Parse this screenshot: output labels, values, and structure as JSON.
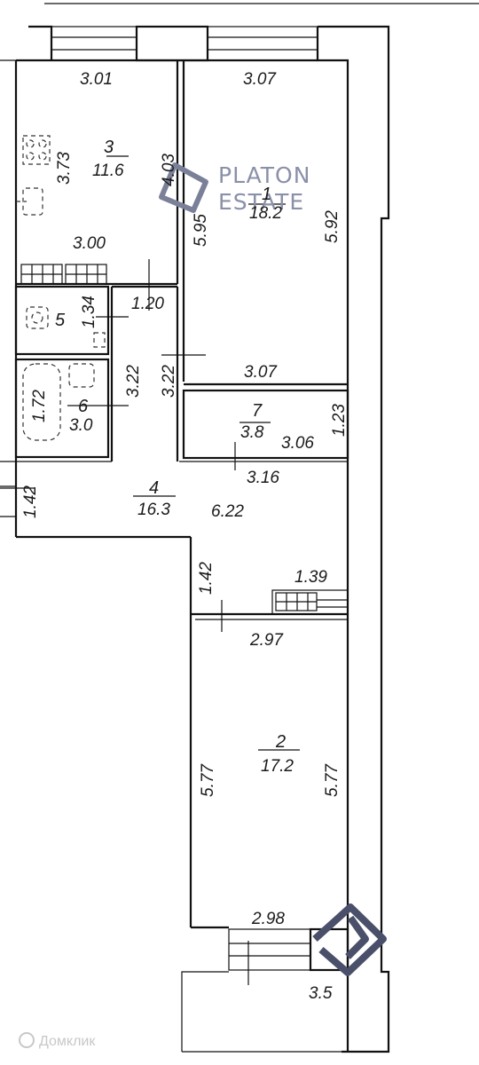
{
  "watermark": {
    "line1": "PLATON",
    "line2": "ESTATE"
  },
  "footer": {
    "brand": "Домклик"
  },
  "rooms": [
    {
      "id": "room-3",
      "number": "3",
      "area": "11.6"
    },
    {
      "id": "room-1",
      "number": "1",
      "area": "18.2"
    },
    {
      "id": "room-5",
      "number": "5",
      "area": ""
    },
    {
      "id": "room-6",
      "number": "6",
      "area": "3.0"
    },
    {
      "id": "room-7",
      "number": "7",
      "area": "3.8"
    },
    {
      "id": "room-4",
      "number": "4",
      "area": "16.3"
    },
    {
      "id": "room-2",
      "number": "2",
      "area": "17.2"
    }
  ],
  "dimensions": [
    "3.01",
    "3.07",
    "3.73",
    "4.03",
    "5.95",
    "5.92",
    "3.00",
    "1.20",
    "1.34",
    "3.22",
    "3.22",
    "3.07",
    "1.72",
    "1.23",
    "3.06",
    "3.16",
    "1.42",
    "6.22",
    "1.42",
    "1.39",
    "2.97",
    "5.77",
    "5.77",
    "2.98",
    "3.5"
  ]
}
